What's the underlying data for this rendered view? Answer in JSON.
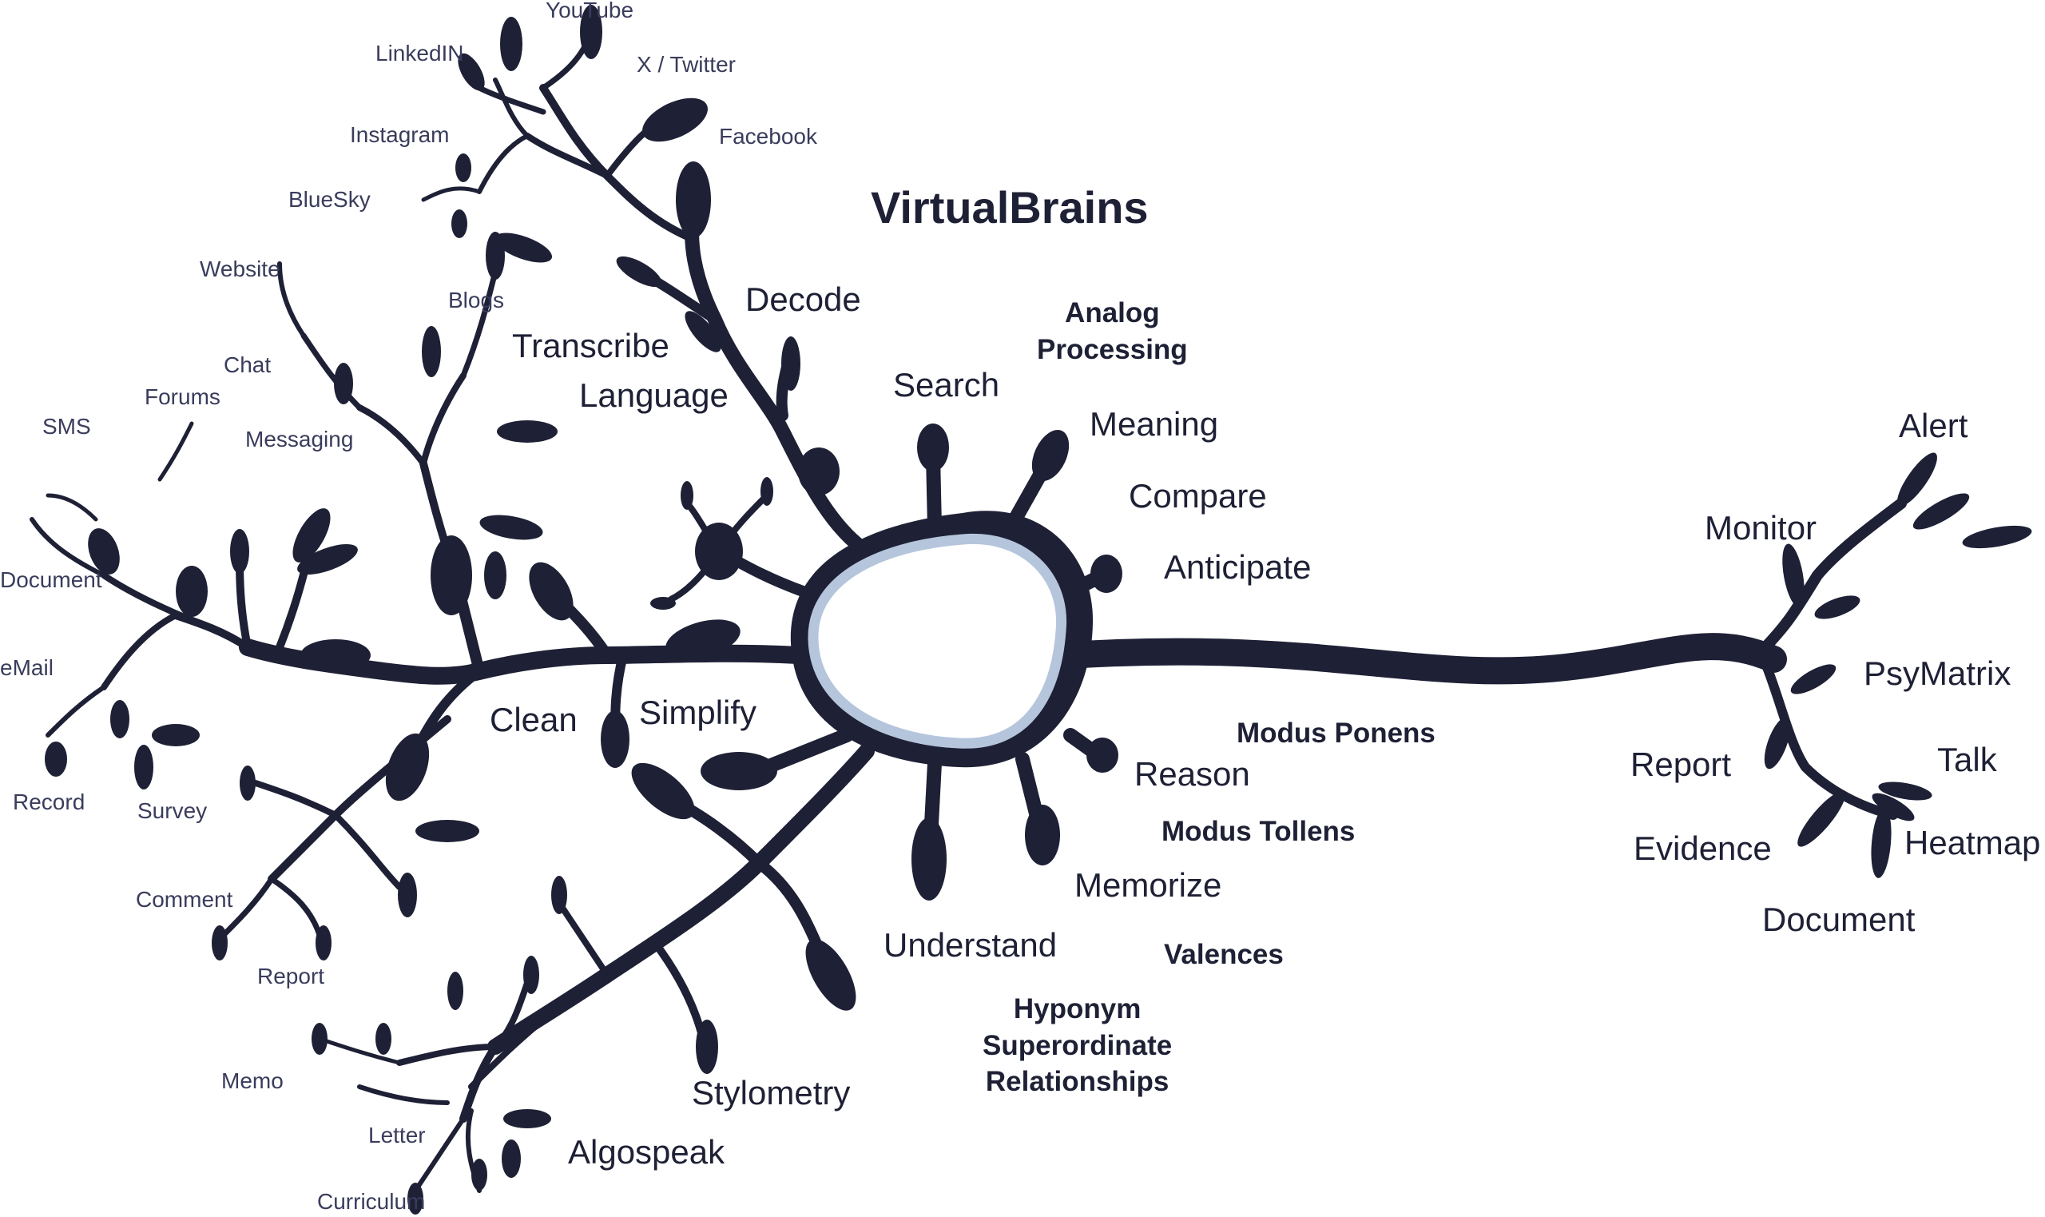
{
  "title": "VirtualBrains",
  "colors": {
    "ink": "#1e2035",
    "membrane": "#b4c5dc",
    "nucleus": "#ffffff",
    "source_text": "#3a3c5c"
  },
  "sources": {
    "youtube": "YouTube",
    "linkedin": "LinkedIN",
    "x_twitter": "X / Twitter",
    "instagram": "Instagram",
    "facebook": "Facebook",
    "bluesky": "BlueSky",
    "website": "Website",
    "blogs": "Blogs",
    "chat": "Chat",
    "forums": "Forums",
    "sms": "SMS",
    "messaging": "Messaging",
    "document": "Document",
    "email": "eMail",
    "record": "Record",
    "survey": "Survey",
    "comment": "Comment",
    "report": "Report",
    "memo": "Memo",
    "letter": "Letter",
    "curriculum": "Curriculum"
  },
  "processes": {
    "decode": "Decode",
    "transcribe": "Transcribe",
    "language": "Language",
    "search": "Search",
    "meaning": "Meaning",
    "compare": "Compare",
    "anticipate": "Anticipate",
    "clean": "Clean",
    "simplify": "Simplify",
    "reason": "Reason",
    "memorize": "Memorize",
    "understand": "Understand",
    "stylometry": "Stylometry",
    "algospeak": "Algospeak"
  },
  "concepts": {
    "analog_processing": "Analog\nProcessing",
    "modus_ponens": "Modus Ponens",
    "modus_tollens": "Modus Tollens",
    "valences": "Valences",
    "hyponym": "Hyponym\nSuperordinate\nRelationships"
  },
  "outputs": {
    "alert": "Alert",
    "monitor": "Monitor",
    "psymatrix": "PsyMatrix",
    "report": "Report",
    "talk": "Talk",
    "evidence": "Evidence",
    "heatmap": "Heatmap",
    "document": "Document"
  }
}
